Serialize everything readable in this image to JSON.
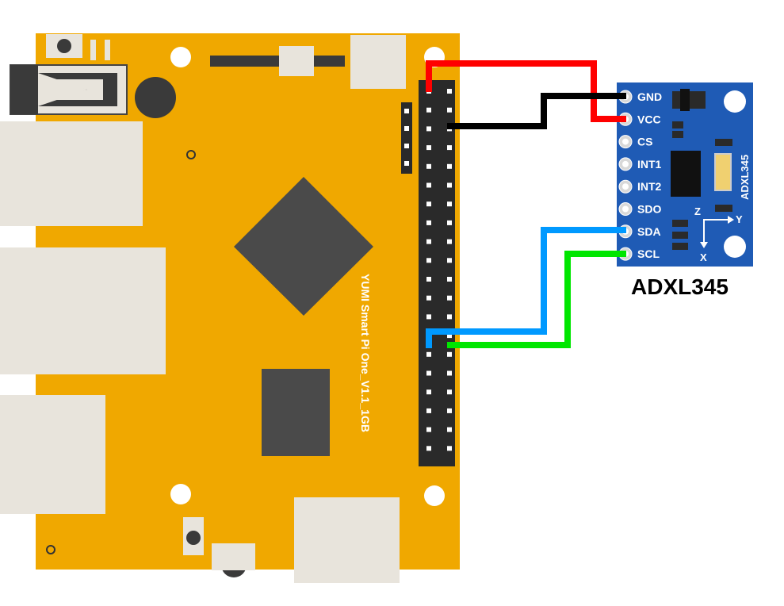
{
  "board": {
    "label": "YUMI Smart Pi One_V1.1_1GB",
    "color": "#F0A800"
  },
  "sensor": {
    "module_label": "ADXL345",
    "caption": "ADXL345",
    "color": "#1F5BB5",
    "pins": [
      "GND",
      "VCC",
      "CS",
      "INT1",
      "INT2",
      "SDO",
      "SDA",
      "SCL"
    ],
    "axes": {
      "z": "Z",
      "y": "Y",
      "x": "X"
    }
  },
  "wires": [
    {
      "name": "vcc-wire",
      "color": "#FF0000",
      "to": "VCC"
    },
    {
      "name": "gnd-wire",
      "color": "#000000",
      "to": "GND"
    },
    {
      "name": "sda-wire",
      "color": "#0099FF",
      "to": "SDA"
    },
    {
      "name": "scl-wire",
      "color": "#00E600",
      "to": "SCL"
    }
  ]
}
